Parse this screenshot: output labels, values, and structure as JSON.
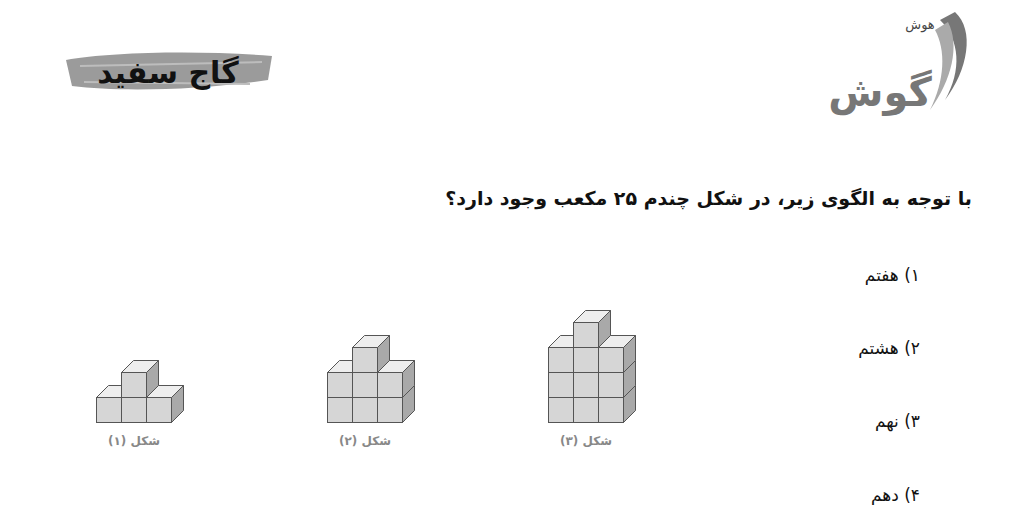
{
  "diagram": {
    "title": "با توجه به الگوی زیر، در شکل چندم ۲۵ مکعب وجود دارد؟",
    "labels": [
      "گاج سفید",
      "هوش",
      "گوش",
      "۱) هفتم",
      "۲) هشتم",
      "۳) نهم",
      "۴) دهم",
      "شکل (۱)",
      "شکل (۲)",
      "شکل (۳)"
    ]
  }
}
